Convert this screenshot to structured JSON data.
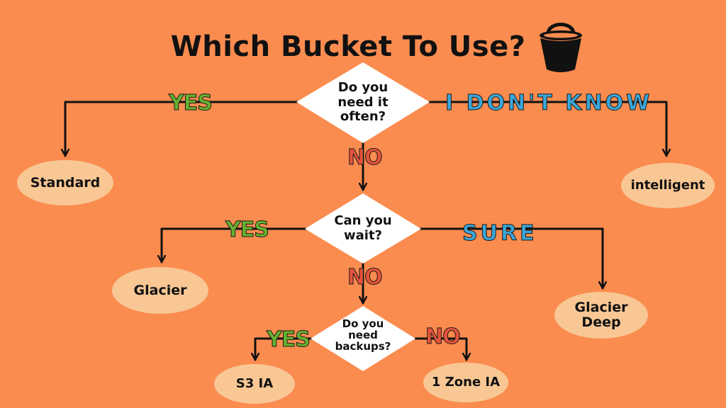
{
  "title": "Which Bucket To Use?",
  "icons": {
    "title": "bucket-icon"
  },
  "colors": {
    "background": "#fb8c4f",
    "oval": "#f8c794",
    "decision": "#ffffff",
    "yes": "#66b12e",
    "no": "#e5533c",
    "alt": "#3aa6d8",
    "line": "#111111"
  },
  "decisions": {
    "d1": [
      "Do you",
      "need it",
      "often?"
    ],
    "d2": [
      "Can you",
      "wait?"
    ],
    "d3": [
      "Do you",
      "need",
      "backups?"
    ]
  },
  "outcomes": {
    "standard": "Standard",
    "intelligent": "intelligent",
    "glacier": "Glacier",
    "glacier_deep": [
      "Glacier",
      "Deep"
    ],
    "s3ia": "S3 IA",
    "onezone": "1 Zone IA"
  },
  "labels": {
    "yes1": "YES",
    "idk": "I DON'T KNOW",
    "no1": "NO",
    "yes2": "YES",
    "sure": "SURE",
    "no2": "NO",
    "yes3": "YES",
    "no3": "NO"
  }
}
